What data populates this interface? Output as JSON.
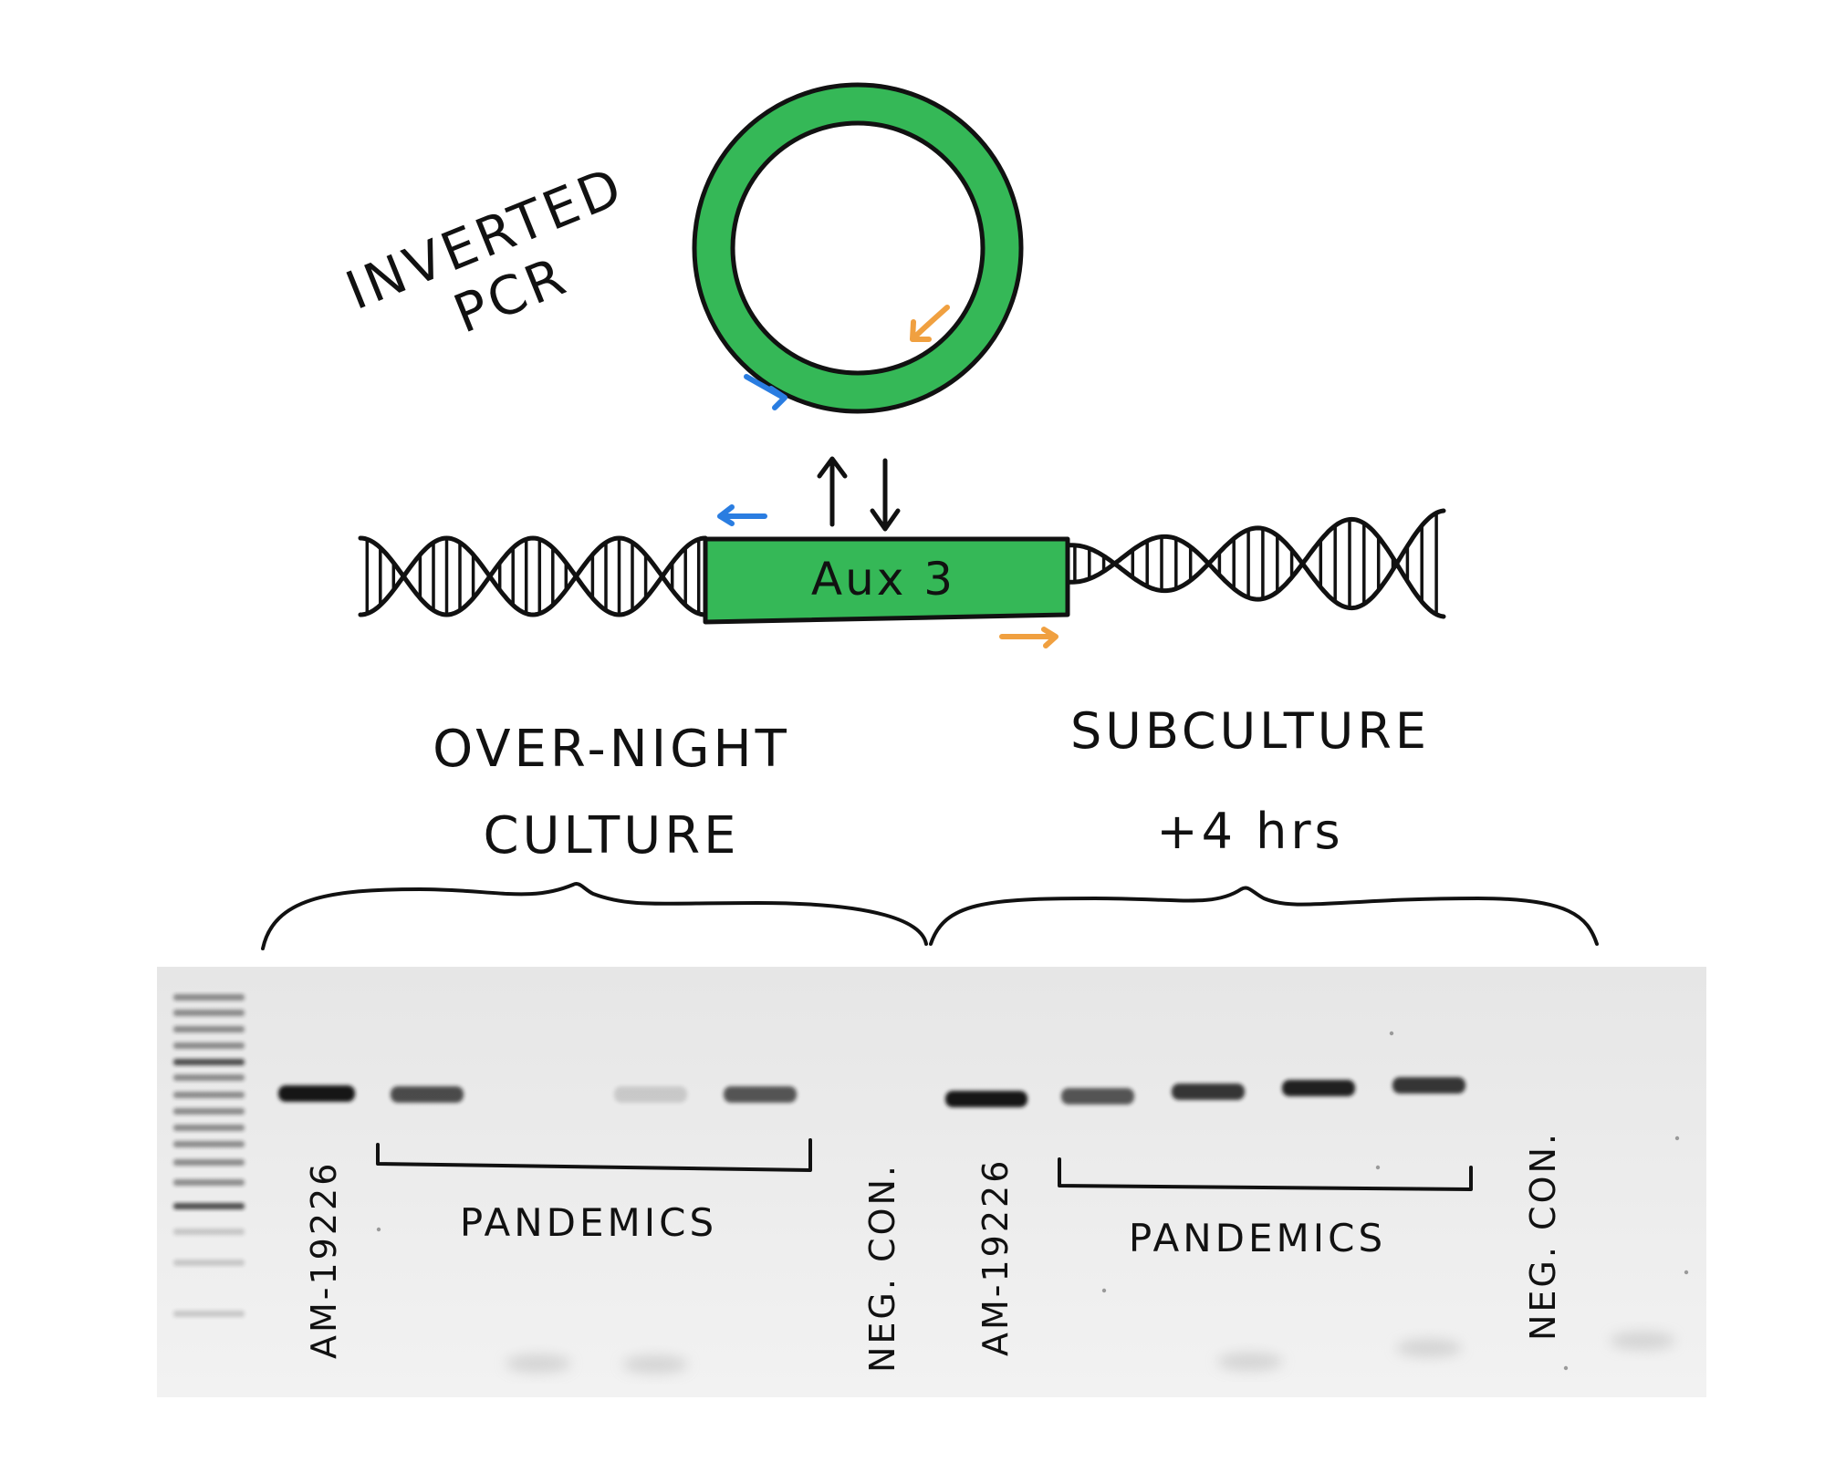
{
  "diagram": {
    "method_label": [
      "INVERTED",
      "PCR"
    ],
    "gene_label": "Aux 3",
    "colors": {
      "element_fill": "#35b857",
      "ink": "#111111",
      "primer_forward": "#2a7de1",
      "primer_reverse": "#f0a040"
    },
    "icons": [
      "excision-arrow-up-icon",
      "integration-arrow-down-icon",
      "primer-arrow-icon"
    ]
  },
  "conditions": [
    {
      "label_line1": "OVER-NIGHT",
      "label_line2": "CULTURE"
    },
    {
      "label_line1": "SUBCULTURE",
      "label_line2": "+4 hrs"
    }
  ],
  "gel": {
    "colors": {
      "background": "#ececec",
      "band": "#141414"
    },
    "left_group": {
      "positive_label": "AM-19226",
      "bracket_label": "PANDEMICS",
      "negative_label": "NEG. CON.",
      "band_intensity": {
        "positive": 1.0,
        "pandemics": [
          0.75,
          0.0,
          0.15,
          0.7
        ],
        "negative": 0.0
      }
    },
    "right_group": {
      "positive_label": "AM-19226",
      "bracket_label": "PANDEMICS",
      "negative_label": "NEG. CON.",
      "band_intensity": {
        "positive": 1.0,
        "pandemics": [
          0.7,
          0.85,
          0.95,
          0.85
        ],
        "negative": 0.0
      }
    }
  }
}
